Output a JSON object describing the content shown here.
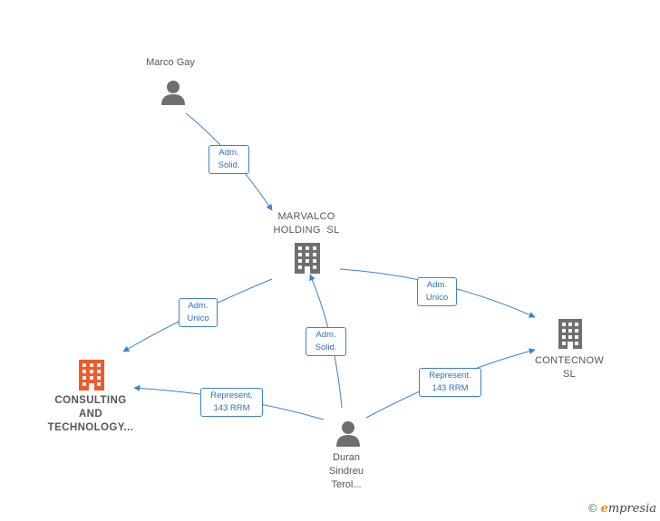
{
  "nodes": {
    "marco": {
      "name": "Marco Gay",
      "type": "person"
    },
    "marvalco": {
      "line1": "MARVALCO",
      "line2": "HOLDING  SL",
      "type": "company"
    },
    "consulting": {
      "line1": "CONSULTING",
      "line2": "AND",
      "line3": "TECHNOLOGY...",
      "type": "company-focus"
    },
    "contecnow": {
      "line1": "CONTECNOW",
      "line2": "SL",
      "type": "company"
    },
    "duran": {
      "line1": "Duran",
      "line2": "Sindreu",
      "line3": "Terol...",
      "type": "person"
    }
  },
  "edges": {
    "marco_marvalco": {
      "line1": "Adm.",
      "line2": "Solid."
    },
    "marvalco_consulting": {
      "line1": "Adm.",
      "line2": "Unico"
    },
    "marvalco_contecnow": {
      "line1": "Adm.",
      "line2": "Unico"
    },
    "duran_marvalco": {
      "line1": "Adm.",
      "line2": "Solid."
    },
    "duran_consulting": {
      "line1": "Represent.",
      "line2": "143 RRM"
    },
    "duran_contecnow": {
      "line1": "Represent.",
      "line2": "143 RRM"
    }
  },
  "colors": {
    "edge": "#3a82d6",
    "person_icon": "#6f6f6f",
    "company_icon": "#6f6f6f",
    "focus_icon": "#f05a28"
  },
  "brand": {
    "symbol": "©",
    "e": "e",
    "rest": "mpresia"
  }
}
